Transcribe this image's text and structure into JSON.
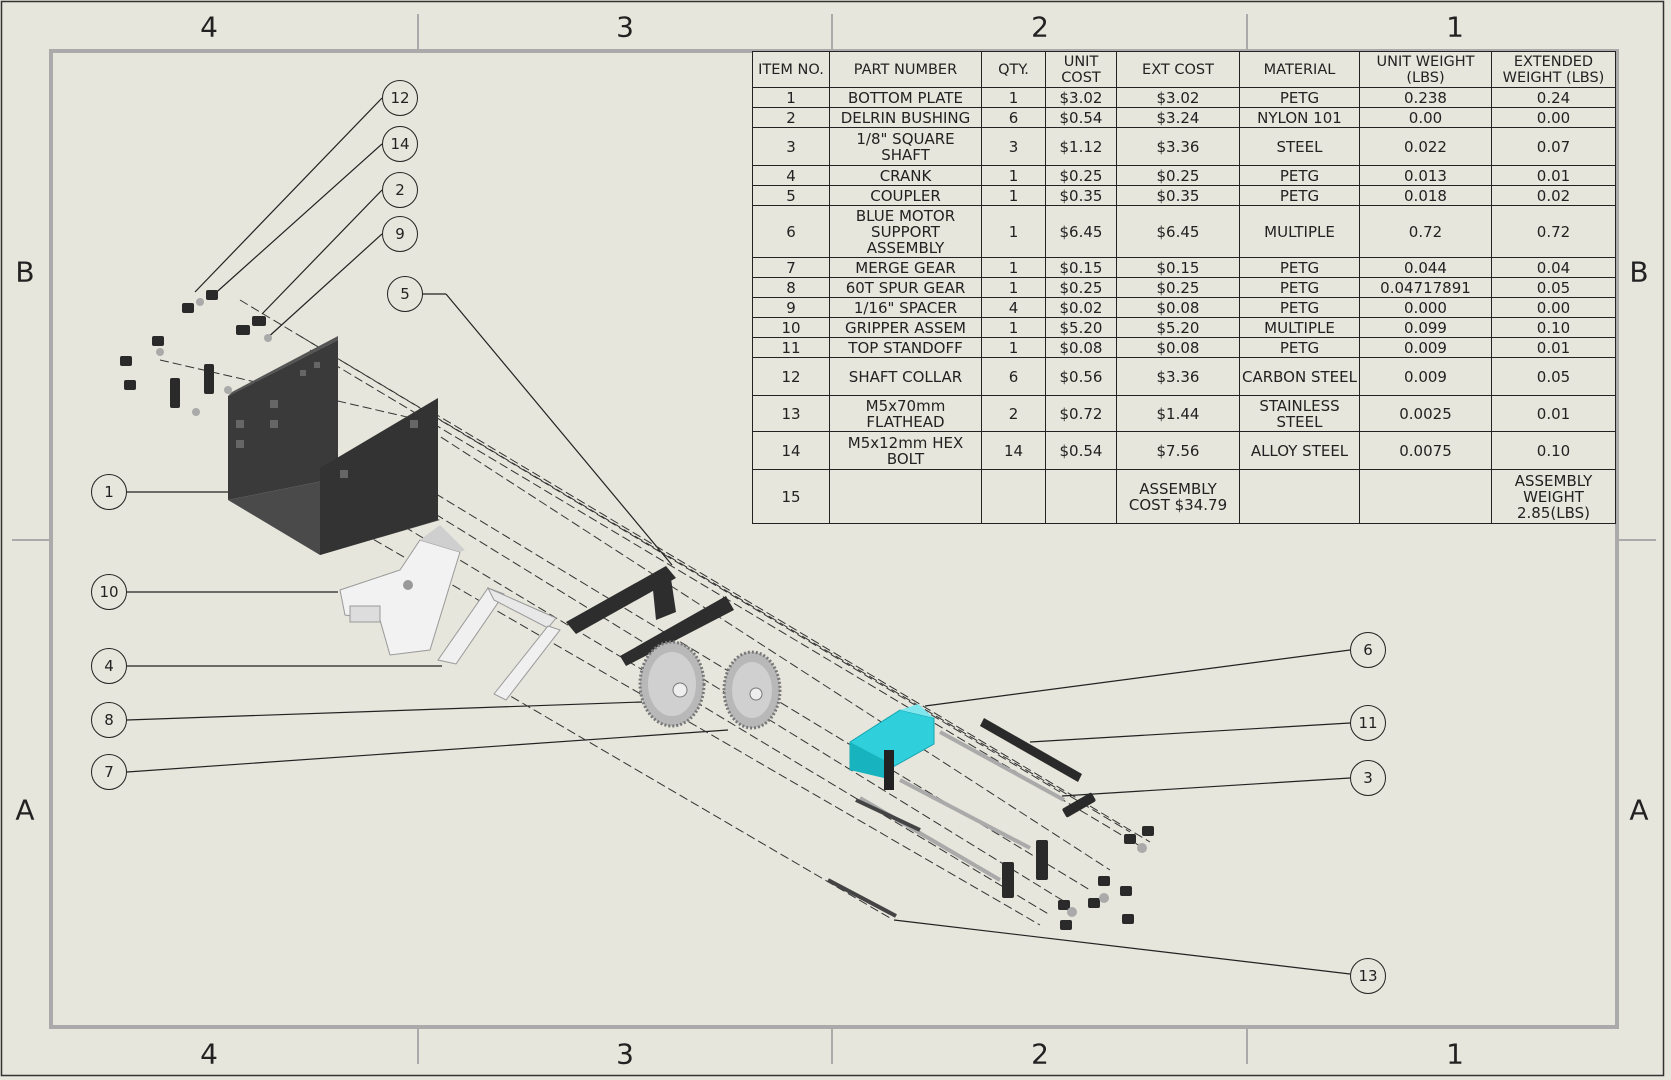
{
  "zones": {
    "top": [
      "4",
      "3",
      "2",
      "1"
    ],
    "bottom": [
      "4",
      "3",
      "2",
      "1"
    ],
    "left": [
      "B",
      "A"
    ],
    "right": [
      "B",
      "A"
    ]
  },
  "bom": {
    "headers": [
      "ITEM NO.",
      "PART NUMBER",
      "QTY.",
      "UNIT COST",
      "EXT COST",
      "MATERIAL",
      "UNIT WEIGHT (LBS)",
      "EXTENDED WEIGHT (LBS)"
    ],
    "rows": [
      [
        "1",
        "BOTTOM PLATE",
        "1",
        "$3.02",
        "$3.02",
        "PETG",
        "0.238",
        "0.24"
      ],
      [
        "2",
        "DELRIN BUSHING",
        "6",
        "$0.54",
        "$3.24",
        "NYLON 101",
        "0.00",
        "0.00"
      ],
      [
        "3",
        "1/8\" SQUARE SHAFT",
        "3",
        "$1.12",
        "$3.36",
        "STEEL",
        "0.022",
        "0.07"
      ],
      [
        "4",
        "CRANK",
        "1",
        "$0.25",
        "$0.25",
        "PETG",
        "0.013",
        "0.01"
      ],
      [
        "5",
        "COUPLER",
        "1",
        "$0.35",
        "$0.35",
        "PETG",
        "0.018",
        "0.02"
      ],
      [
        "6",
        "BLUE MOTOR SUPPORT ASSEMBLY",
        "1",
        "$6.45",
        "$6.45",
        "MULTIPLE",
        "0.72",
        "0.72"
      ],
      [
        "7",
        "MERGE GEAR",
        "1",
        "$0.15",
        "$0.15",
        "PETG",
        "0.044",
        "0.04"
      ],
      [
        "8",
        "60T SPUR GEAR",
        "1",
        "$0.25",
        "$0.25",
        "PETG",
        "0.04717891",
        "0.05"
      ],
      [
        "9",
        "1/16\" SPACER",
        "4",
        "$0.02",
        "$0.08",
        "PETG",
        "0.000",
        "0.00"
      ],
      [
        "10",
        "GRIPPER ASSEM",
        "1",
        "$5.20",
        "$5.20",
        "MULTIPLE",
        "0.099",
        "0.10"
      ],
      [
        "11",
        "TOP STANDOFF",
        "1",
        "$0.08",
        "$0.08",
        "PETG",
        "0.009",
        "0.01"
      ],
      [
        "12",
        "SHAFT COLLAR",
        "6",
        "$0.56",
        "$3.36",
        "CARBON STEEL",
        "0.009",
        "0.05"
      ],
      [
        "13",
        "M5x70mm FLATHEAD",
        "2",
        "$0.72",
        "$1.44",
        "STAINLESS STEEL",
        "0.0025",
        "0.01"
      ],
      [
        "14",
        "M5x12mm HEX BOLT",
        "14",
        "$0.54",
        "$7.56",
        "ALLOY STEEL",
        "0.0075",
        "0.10"
      ],
      [
        "15",
        "",
        "",
        "",
        "ASSEMBLY COST $34.79",
        "",
        "",
        "ASSEMBLY WEIGHT 2.85(LBS)"
      ]
    ]
  },
  "balloons": [
    "12",
    "14",
    "2",
    "9",
    "5",
    "1",
    "10",
    "4",
    "8",
    "7",
    "6",
    "11",
    "3",
    "13"
  ],
  "colors": {
    "background": "#e6e6dc",
    "line": "#222222",
    "dark_part": "#3a3a3a",
    "light_part": "#f2f2f2",
    "motor_support": "#2fd0dc"
  }
}
